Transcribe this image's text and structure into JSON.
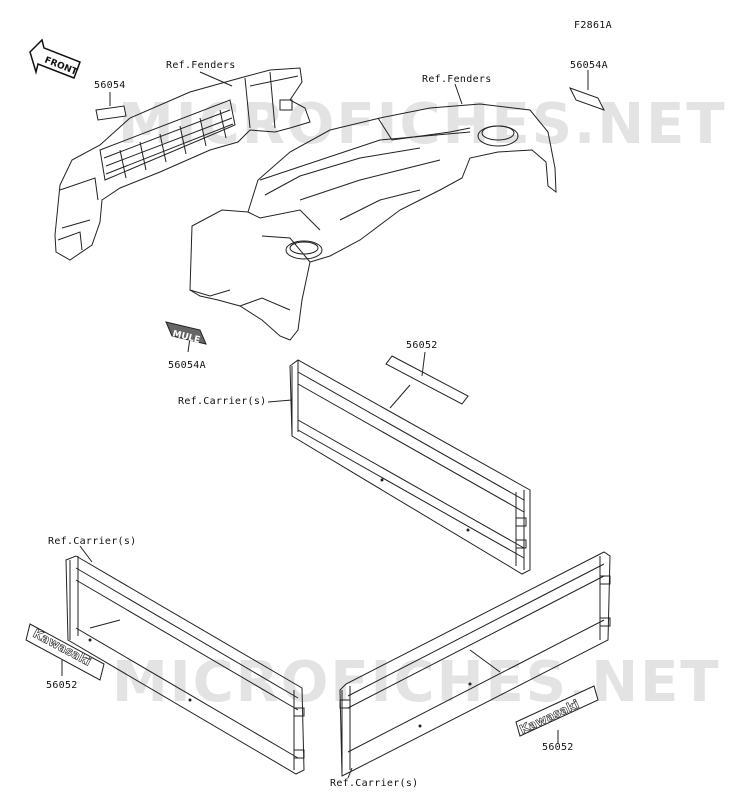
{
  "figure_code": "F2861A",
  "watermark": "MICROFICHES.NET",
  "front_arrow_text": "FRONT",
  "labels": {
    "p56054": "56054",
    "ref_fenders_left": "Ref.Fenders",
    "ref_fenders_right": "Ref.Fenders",
    "p56054A_top": "56054A",
    "p56054A_bottom": "56054A",
    "p56052_top": "56052",
    "ref_carrier_mid": "Ref.Carrier(s)",
    "ref_carrier_left": "Ref.Carrier(s)",
    "p56052_left": "56052",
    "ref_carrier_bottom": "Ref.Carrier(s)",
    "p56052_right": "56052"
  },
  "decals": {
    "mule": "MULE",
    "kawasaki_left": "Kawasaki",
    "kawasaki_right": "Kawasaki"
  }
}
